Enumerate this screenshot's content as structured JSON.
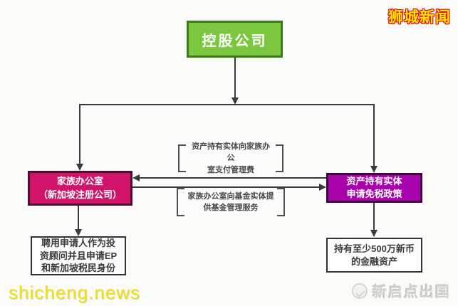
{
  "diagram": {
    "type": "flowchart",
    "topic": "Singapore family office / holding company structure",
    "nodes": {
      "holding": {
        "label": "控股公司"
      },
      "family_office": {
        "line1": "家族办公室",
        "line2": "（新加坡注册公司）"
      },
      "asset_entity": {
        "line1": "资产持有实体",
        "line2": "申请免税政策"
      },
      "hire_applicant": {
        "line1": "聘用申请人作为投",
        "line2": "资顾问并且申请EP",
        "line3": "和新加坡税民身份"
      },
      "hold_assets": {
        "line1": "持有至少500万新币",
        "line2": "的金融资产"
      }
    },
    "edge_labels": {
      "pay_management_fee": {
        "line1": "资产持有实体向家族办公",
        "line2": "室支付管理费"
      },
      "provide_fund_service": {
        "line1": "家族办公室向基金实体提",
        "line2": "供基金管理服务"
      }
    },
    "edges": [
      "控股公司 → 家族办公室",
      "控股公司 → 资产持有实体",
      "资产持有实体 → 家族办公室 (支付管理费)",
      "家族办公室 → 资产持有实体 (提供基金管理服务)",
      "家族办公室 → 聘用申请人",
      "资产持有实体 → 持有至少500万新币的金融资产"
    ],
    "colors": {
      "holding_fill": "#7bc740",
      "holding_border": "#3c7a18",
      "family_fill": "#d11369",
      "family_border": "#4b0f2e",
      "asset_fill": "#a802ab",
      "asset_border": "#3f0040",
      "plain_box_border": "#333333",
      "arrow": "#3a3a3a",
      "watermark_yellow": "#ffe60a",
      "watermark_red_outline": "#e60012",
      "watermark_gray": "#d2d2cf"
    }
  },
  "watermarks": {
    "top_right": "狮城新闻",
    "bottom_left": "shicheng.news",
    "bottom_right": "新启点出国"
  }
}
